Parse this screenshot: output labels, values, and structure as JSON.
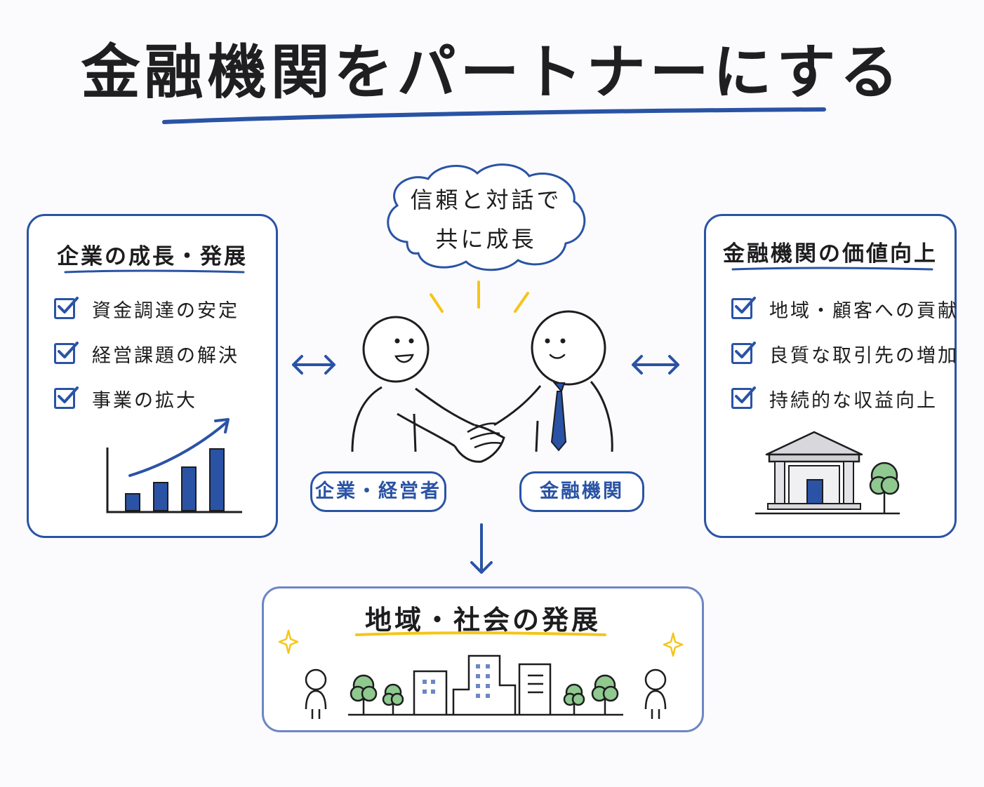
{
  "title": "金融機関をパートナーにする",
  "left_panel": {
    "title": "企業の成長・発展",
    "items": [
      "資金調達の安定",
      "経営課題の解決",
      "事業の拡大"
    ],
    "chart_icon": "growth-bar-chart-icon"
  },
  "center": {
    "bubble_line1": "信頼と対話で",
    "bubble_line2": "共に成長",
    "left_role": "企業・経営者",
    "right_role": "金融機関",
    "illustration": "handshake-icon"
  },
  "right_panel": {
    "title": "金融機関の価値向上",
    "items": [
      "地域・顧客への貢献",
      "良質な取引先の増加",
      "持続的な収益向上"
    ],
    "building_icon": "bank-building-icon"
  },
  "bottom_panel": {
    "title": "地域・社会の発展",
    "scene_icon": "cityscape-icon"
  },
  "colors": {
    "accent": "#2a53a5",
    "highlight": "#f5c518",
    "tree": "#8fc98f"
  }
}
